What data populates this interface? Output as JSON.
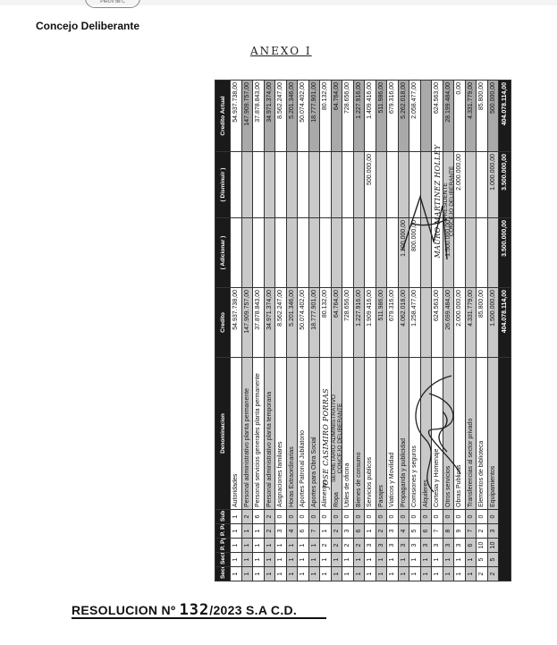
{
  "header": {
    "title": "Concejo Deliberante",
    "seal_fragment": "PIROV de C"
  },
  "annex_title": "ANEXO I",
  "table": {
    "columns": [
      "Secc.",
      "Sect.",
      "P. Ppo.",
      "P. Parc.",
      "Sub Parc.",
      "Denominacion",
      "Credito",
      "( Adicionar )",
      "( Disminuir )",
      "Credito Actual"
    ],
    "rows": [
      {
        "c": [
          "1",
          "1",
          "1",
          "1",
          "1"
        ],
        "d": "Autoridades",
        "cr": "54.937.738,00",
        "ad": "",
        "di": "",
        "ca": "54.937.738,00",
        "shade": false
      },
      {
        "c": [
          "1",
          "1",
          "1",
          "1",
          "2"
        ],
        "d": "Personal administrativo planta permanente",
        "cr": "147.909.757,00",
        "ad": "",
        "di": "",
        "ca": "147.909.757,00",
        "shade": true
      },
      {
        "c": [
          "1",
          "1",
          "1",
          "1",
          "6"
        ],
        "d": "Personal servicios generales planta permanente",
        "cr": "37.878.843,00",
        "ad": "",
        "di": "",
        "ca": "37.878.843,00",
        "shade": false
      },
      {
        "c": [
          "1",
          "1",
          "1",
          "2",
          "2"
        ],
        "d": "Personal administrativo planta temporaria",
        "cr": "34.971.374,00",
        "ad": "",
        "di": "",
        "ca": "34.971.374,00",
        "shade": true
      },
      {
        "c": [
          "1",
          "1",
          "1",
          "3",
          "0"
        ],
        "d": "Asignaciones familiares",
        "cr": "8.562.247,00",
        "ad": "",
        "di": "",
        "ca": "8.562.247,00",
        "shade": false
      },
      {
        "c": [
          "1",
          "1",
          "1",
          "4",
          "0"
        ],
        "d": "Horas Extraordinarias",
        "cr": "5.201.346,00",
        "ad": "",
        "di": "",
        "ca": "5.201.346,00",
        "shade": true
      },
      {
        "c": [
          "1",
          "1",
          "1",
          "6",
          "0"
        ],
        "d": "Aportes Patronal Jubilatorio",
        "cr": "50.074.402,00",
        "ad": "",
        "di": "",
        "ca": "50.074.402,00",
        "shade": false
      },
      {
        "c": [
          "1",
          "1",
          "1",
          "7",
          "0"
        ],
        "d": "Aportes para Obra Social",
        "cr": "18.777.901,00",
        "ad": "",
        "di": "",
        "ca": "18.777.901,00",
        "shade": true
      },
      {
        "c": [
          "1",
          "1",
          "2",
          "1",
          "0"
        ],
        "d": "Alimentos",
        "cr": "80.132,00",
        "ad": "",
        "di": "",
        "ca": "80.132,00",
        "shade": false
      },
      {
        "c": [
          "1",
          "1",
          "2",
          "2",
          "0"
        ],
        "d": "Ropa",
        "cr": "64.764,00",
        "ad": "",
        "di": "",
        "ca": "64.764,00",
        "shade": true
      },
      {
        "c": [
          "1",
          "1",
          "2",
          "3",
          "0"
        ],
        "d": "Utiles de oficina",
        "cr": "728.656,00",
        "ad": "",
        "di": "",
        "ca": "728.656,00",
        "shade": false
      },
      {
        "c": [
          "1",
          "1",
          "2",
          "6",
          "0"
        ],
        "d": "Bienes de consumo",
        "cr": "1.227.916,00",
        "ad": "",
        "di": "",
        "ca": "1.227.916,00",
        "shade": true
      },
      {
        "c": [
          "1",
          "1",
          "3",
          "1",
          "0"
        ],
        "d": "Servicios publicos",
        "cr": "1.909.416,00",
        "ad": "",
        "di": "500.000,00",
        "ca": "1.409.416,00",
        "shade": false
      },
      {
        "c": [
          "1",
          "1",
          "3",
          "2",
          "0"
        ],
        "d": "Pasajes",
        "cr": "511.986,00",
        "ad": "",
        "di": "",
        "ca": "511.986,00",
        "shade": true
      },
      {
        "c": [
          "1",
          "1",
          "3",
          "3",
          "0"
        ],
        "d": "Viaticos y Movilidad",
        "cr": "679.316,00",
        "ad": "",
        "di": "",
        "ca": "679.316,00",
        "shade": false
      },
      {
        "c": [
          "1",
          "1",
          "3",
          "4",
          "0"
        ],
        "d": "Propaganda y publicidad",
        "cr": "4.062.018,00",
        "ad": "1.200.000,00",
        "di": "",
        "ca": "5.262.018,00",
        "shade": true
      },
      {
        "c": [
          "1",
          "1",
          "3",
          "5",
          "0"
        ],
        "d": "Comisiones y seguros",
        "cr": "1.258.477,00",
        "ad": "800.000,00",
        "di": "",
        "ca": "2.058.477,00",
        "shade": false
      },
      {
        "c": [
          "1",
          "1",
          "3",
          "6",
          "0"
        ],
        "d": "Alquileres",
        "cr": "",
        "ad": "",
        "di": "",
        "ca": "",
        "shade": true
      },
      {
        "c": [
          "1",
          "1",
          "3",
          "7",
          "0"
        ],
        "d": "Cortesia y Homenaje",
        "cr": "624.563,00",
        "ad": "",
        "di": "",
        "ca": "624.563,00",
        "shade": false
      },
      {
        "c": [
          "1",
          "1",
          "3",
          "8",
          "0"
        ],
        "d": "Otros servicios",
        "cr": "26.699.484,00",
        "ad": "1.500.000,00",
        "di": "",
        "ca": "28.199.484,00",
        "shade": true
      },
      {
        "c": [
          "1",
          "1",
          "3",
          "9",
          "0"
        ],
        "d": "Obras Publicas",
        "cr": "2.000.000,00",
        "ad": "",
        "di": "2.000.000,00",
        "ca": "0,00",
        "shade": false
      },
      {
        "c": [
          "1",
          "1",
          "6",
          "7",
          "0"
        ],
        "d": "Transferencias al sector privado",
        "cr": "4.331.779,00",
        "ad": "",
        "di": "",
        "ca": "4.331.779,00",
        "shade": true
      },
      {
        "c": [
          "2",
          "5",
          "10",
          "2",
          "0"
        ],
        "d": "Elementos de biblioteca",
        "cr": "85.800,00",
        "ad": "",
        "di": "",
        "ca": "85.800,00",
        "shade": false
      },
      {
        "c": [
          "2",
          "5",
          "10",
          "3",
          "0"
        ],
        "d": "Equipamientos",
        "cr": "1.500.000,00",
        "ad": "",
        "di": "1.000.000,00",
        "ca": "500.000,00",
        "shade": true
      }
    ],
    "totals": {
      "credito": "404.078.114,00",
      "adicionar": "3.500.000,00",
      "disminuir": "3.500.000,00",
      "credito_actual": "404.078.114,00"
    }
  },
  "signatures": {
    "left": {
      "name": "JOSE CASIMIRO PORRAS",
      "role": "SECRETARIO ADMINISTRATIVO",
      "body": "CONCEJO DELIBERANTE"
    },
    "right": {
      "name": "MAURO MARTINEZ HOLLEY",
      "role": "PRESIDENTE",
      "body": "CONCEJO DELIBERANTE"
    }
  },
  "resolution": {
    "prefix": "RESOLUCION Nº",
    "number": "132",
    "suffix": "/2023 S.A C.D."
  }
}
